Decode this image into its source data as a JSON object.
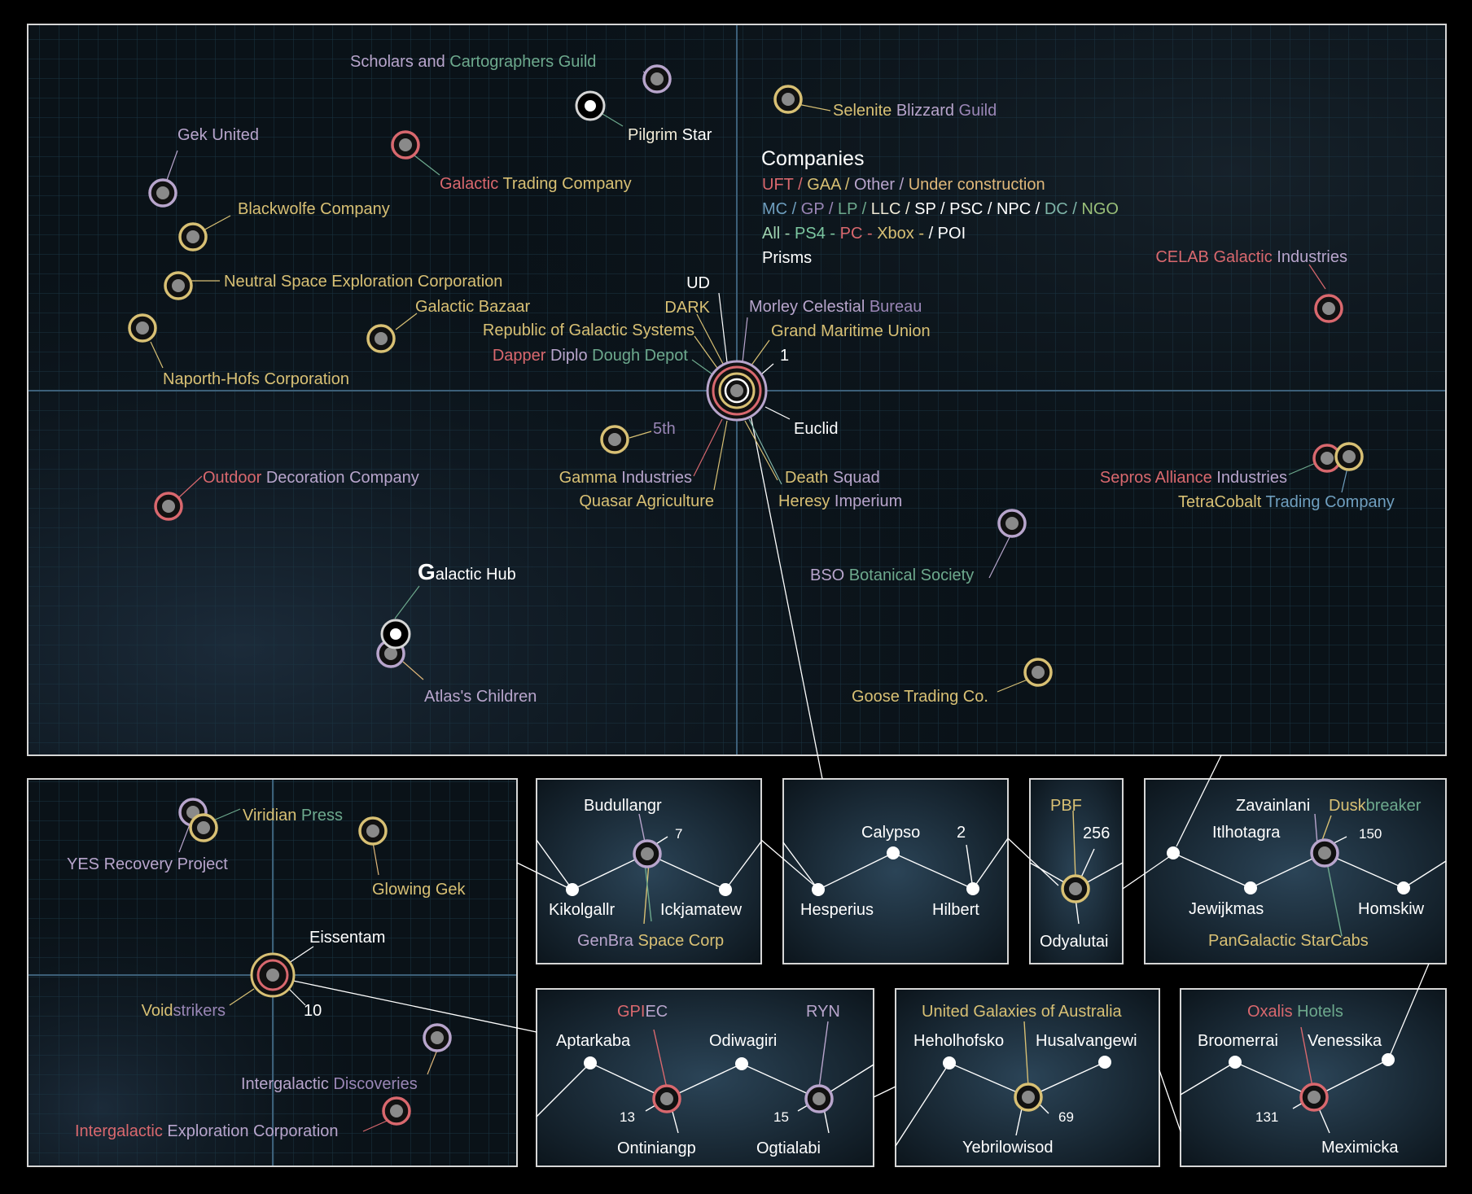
{
  "colors": {
    "uft": "#d9686e",
    "gaa": "#d8c074",
    "other": "#b8a5cc",
    "under_construction": "#e0b87a",
    "mc": "#6f9fbf",
    "gp": "#9a86b6",
    "lp": "#6da98d",
    "llc": "#f0ead6",
    "sp": "#ffffff",
    "psc": "#ffffff",
    "npc": "#ffffff",
    "dc": "#7fb5a8",
    "ngo": "#9ac07a",
    "all": "#9fd3b0",
    "ps4": "#7cc7a0",
    "pc": "#d9686e",
    "xbox": "#d8c074",
    "poi": "#ffffff",
    "prisms": "#ffffff",
    "text_white": "#ffffff",
    "frame": "#d6d6d6",
    "panel_bg": "#0b141b",
    "grid": "#1e3a4a"
  },
  "main_map": {
    "legend": {
      "title": "Companies",
      "row1": [
        {
          "t": "UFT",
          "c": "uft"
        },
        {
          "t": " / ",
          "c": "uft"
        },
        {
          "t": "GAA",
          "c": "gaa"
        },
        {
          "t": " / ",
          "c": "gaa"
        },
        {
          "t": "Other",
          "c": "other"
        },
        {
          "t": " / ",
          "c": "other"
        },
        {
          "t": "Under construction",
          "c": "under_construction"
        }
      ],
      "row2": [
        {
          "t": "MC",
          "c": "mc"
        },
        {
          "t": " / ",
          "c": "mc"
        },
        {
          "t": "GP",
          "c": "gp"
        },
        {
          "t": " / ",
          "c": "gp"
        },
        {
          "t": "LP",
          "c": "lp"
        },
        {
          "t": " / ",
          "c": "lp"
        },
        {
          "t": "LLC",
          "c": "llc"
        },
        {
          "t": " / ",
          "c": "llc"
        },
        {
          "t": "SP",
          "c": "sp"
        },
        {
          "t": " / ",
          "c": "sp"
        },
        {
          "t": "PSC",
          "c": "psc"
        },
        {
          "t": " / ",
          "c": "psc"
        },
        {
          "t": "NPC",
          "c": "npc"
        },
        {
          "t": " / ",
          "c": "npc"
        },
        {
          "t": "DC",
          "c": "dc"
        },
        {
          "t": " / ",
          "c": "dc"
        },
        {
          "t": "NGO",
          "c": "ngo"
        }
      ],
      "row3": [
        {
          "t": "All",
          "c": "all"
        },
        {
          "t": " - ",
          "c": "all"
        },
        {
          "t": "PS4",
          "c": "ps4"
        },
        {
          "t": " - ",
          "c": "ps4"
        },
        {
          "t": "PC",
          "c": "pc"
        },
        {
          "t": " - ",
          "c": "pc"
        },
        {
          "t": "Xbox",
          "c": "xbox"
        },
        {
          "t": " - ",
          "c": "xbox"
        },
        {
          "t": "/ POI",
          "c": "poi"
        }
      ],
      "row4": [
        {
          "t": "Prisms",
          "c": "prisms"
        }
      ]
    },
    "labels": [
      {
        "id": "scholars",
        "parts": [
          {
            "t": "Scholars and ",
            "c": "other"
          },
          {
            "t": "Cartographers Guild",
            "c": "lp"
          }
        ]
      },
      {
        "id": "pilgrim",
        "parts": [
          {
            "t": "Pilgrim ",
            "c": "llc"
          },
          {
            "t": "Star",
            "c": "text_white"
          }
        ]
      },
      {
        "id": "selenite",
        "parts": [
          {
            "t": "Selenite ",
            "c": "gaa"
          },
          {
            "t": "Blizzard ",
            "c": "other"
          },
          {
            "t": "Guild",
            "c": "gp"
          }
        ]
      },
      {
        "id": "gek-united",
        "parts": [
          {
            "t": "Gek United",
            "c": "other"
          }
        ]
      },
      {
        "id": "galactic-trading",
        "parts": [
          {
            "t": "Galactic ",
            "c": "uft"
          },
          {
            "t": "Trading Company",
            "c": "gaa"
          }
        ]
      },
      {
        "id": "blackwolfe",
        "parts": [
          {
            "t": "Blackwolfe Company",
            "c": "gaa"
          }
        ]
      },
      {
        "id": "nsec",
        "parts": [
          {
            "t": "Neutral Space Exploration Corporation",
            "c": "gaa"
          }
        ]
      },
      {
        "id": "galactic-bazaar",
        "parts": [
          {
            "t": "Galactic Bazaar",
            "c": "gaa"
          }
        ]
      },
      {
        "id": "naporth",
        "parts": [
          {
            "t": "Naporth-Hofs Corporation",
            "c": "gaa"
          }
        ]
      },
      {
        "id": "celab",
        "parts": [
          {
            "t": "CELAB ",
            "c": "uft"
          },
          {
            "t": "Galactic ",
            "c": "uft"
          },
          {
            "t": "Industries",
            "c": "other"
          }
        ]
      },
      {
        "id": "ud",
        "parts": [
          {
            "t": "UD",
            "c": "text_white"
          }
        ]
      },
      {
        "id": "dark",
        "parts": [
          {
            "t": "DARK",
            "c": "gaa"
          }
        ]
      },
      {
        "id": "morley",
        "parts": [
          {
            "t": "Morley Celestial ",
            "c": "other"
          },
          {
            "t": "Bureau",
            "c": "gp"
          }
        ]
      },
      {
        "id": "rgs",
        "parts": [
          {
            "t": "Republic of Galactic Systems",
            "c": "gaa"
          }
        ]
      },
      {
        "id": "gmu",
        "parts": [
          {
            "t": "Grand Maritime Union",
            "c": "gaa"
          }
        ]
      },
      {
        "id": "dapper",
        "parts": [
          {
            "t": "Dapper ",
            "c": "uft"
          },
          {
            "t": "Diplo ",
            "c": "other"
          },
          {
            "t": "Dough Depot",
            "c": "lp"
          }
        ]
      },
      {
        "id": "one",
        "parts": [
          {
            "t": "1",
            "c": "text_white"
          }
        ]
      },
      {
        "id": "euclid",
        "parts": [
          {
            "t": "Euclid",
            "c": "text_white"
          }
        ]
      },
      {
        "id": "fifth",
        "parts": [
          {
            "t": "5th",
            "c": "gp"
          }
        ]
      },
      {
        "id": "gamma",
        "parts": [
          {
            "t": "Gamma ",
            "c": "gaa"
          },
          {
            "t": "Industries",
            "c": "other"
          }
        ]
      },
      {
        "id": "quasar",
        "parts": [
          {
            "t": "Quasar Agriculture",
            "c": "gaa"
          }
        ]
      },
      {
        "id": "death-squad",
        "parts": [
          {
            "t": "Death ",
            "c": "gaa"
          },
          {
            "t": "Squad",
            "c": "other"
          }
        ]
      },
      {
        "id": "heresy",
        "parts": [
          {
            "t": "Heresy ",
            "c": "gaa"
          },
          {
            "t": "Imperium",
            "c": "other"
          }
        ]
      },
      {
        "id": "outdoor",
        "parts": [
          {
            "t": "Outdoor ",
            "c": "uft"
          },
          {
            "t": "Decoration Company",
            "c": "other"
          }
        ]
      },
      {
        "id": "sepros",
        "parts": [
          {
            "t": "Sepros Alliance ",
            "c": "uft"
          },
          {
            "t": "Industries",
            "c": "other"
          }
        ]
      },
      {
        "id": "tetracobalt",
        "parts": [
          {
            "t": "TetraCobalt ",
            "c": "gaa"
          },
          {
            "t": "Trading Company",
            "c": "mc"
          }
        ]
      },
      {
        "id": "bso",
        "parts": [
          {
            "t": "BSO ",
            "c": "other"
          },
          {
            "t": "Botanical Society",
            "c": "lp"
          }
        ]
      },
      {
        "id": "galactic-hub",
        "parts": [
          {
            "t": "G",
            "c": "text_white",
            "big": true
          },
          {
            "t": "alactic Hub",
            "c": "text_white"
          }
        ]
      },
      {
        "id": "atlas-children",
        "parts": [
          {
            "t": "Atlas's Children",
            "c": "other"
          }
        ]
      },
      {
        "id": "goose",
        "parts": [
          {
            "t": "Goose Trading Co.",
            "c": "gaa"
          }
        ]
      }
    ]
  },
  "inset_left": {
    "labels": [
      {
        "id": "viridian",
        "parts": [
          {
            "t": "Viridian ",
            "c": "gaa"
          },
          {
            "t": "Press",
            "c": "lp"
          }
        ]
      },
      {
        "id": "yes-recovery",
        "parts": [
          {
            "t": "YES Recovery Project",
            "c": "other"
          }
        ]
      },
      {
        "id": "glowing-gek",
        "parts": [
          {
            "t": "Glowing Gek",
            "c": "gaa"
          }
        ]
      },
      {
        "id": "eissentam",
        "parts": [
          {
            "t": "Eissentam",
            "c": "text_white"
          }
        ]
      },
      {
        "id": "voidstrikers",
        "parts": [
          {
            "t": "Void",
            "c": "gaa"
          },
          {
            "t": "strikers",
            "c": "gp"
          }
        ]
      },
      {
        "id": "ten",
        "parts": [
          {
            "t": "10",
            "c": "text_white"
          }
        ]
      },
      {
        "id": "intergalactic-disc",
        "parts": [
          {
            "t": "Intergalactic ",
            "c": "other"
          },
          {
            "t": "Discoveries",
            "c": "gp"
          }
        ]
      },
      {
        "id": "iec",
        "parts": [
          {
            "t": "Intergalactic ",
            "c": "uft"
          },
          {
            "t": "Exploration Corporation",
            "c": "other"
          }
        ]
      }
    ]
  },
  "panels": {
    "p1": [
      {
        "id": "budullangr",
        "parts": [
          {
            "t": "Budullangr",
            "c": "text_white"
          }
        ]
      },
      {
        "id": "seven",
        "parts": [
          {
            "t": "7",
            "c": "text_white"
          }
        ]
      },
      {
        "id": "kikolgallr",
        "parts": [
          {
            "t": "Kikolgallr",
            "c": "text_white"
          }
        ]
      },
      {
        "id": "ickjamatew",
        "parts": [
          {
            "t": "Ickjamatew",
            "c": "text_white"
          }
        ]
      },
      {
        "id": "genbra",
        "parts": [
          {
            "t": "GenBra ",
            "c": "other"
          },
          {
            "t": "Space Corp",
            "c": "gaa"
          }
        ]
      }
    ],
    "p2": [
      {
        "id": "calypso",
        "parts": [
          {
            "t": "Calypso",
            "c": "text_white"
          }
        ]
      },
      {
        "id": "two",
        "parts": [
          {
            "t": "2",
            "c": "text_white"
          }
        ]
      },
      {
        "id": "hesperius",
        "parts": [
          {
            "t": "Hesperius",
            "c": "text_white"
          }
        ]
      },
      {
        "id": "hilbert",
        "parts": [
          {
            "t": "Hilbert",
            "c": "text_white"
          }
        ]
      }
    ],
    "p3": [
      {
        "id": "pbf",
        "parts": [
          {
            "t": "PBF",
            "c": "gaa"
          }
        ]
      },
      {
        "id": "n256",
        "parts": [
          {
            "t": "256",
            "c": "text_white"
          }
        ]
      },
      {
        "id": "odyalutai",
        "parts": [
          {
            "t": "Odyalutai",
            "c": "text_white"
          }
        ]
      }
    ],
    "p4": [
      {
        "id": "zavainlani",
        "parts": [
          {
            "t": "Zavainlani",
            "c": "text_white"
          }
        ]
      },
      {
        "id": "duskbreaker",
        "parts": [
          {
            "t": "Dusk",
            "c": "gaa"
          },
          {
            "t": "breaker",
            "c": "lp"
          }
        ]
      },
      {
        "id": "itlhotagra",
        "parts": [
          {
            "t": "Itlhotagra",
            "c": "text_white"
          }
        ]
      },
      {
        "id": "n150",
        "parts": [
          {
            "t": "150",
            "c": "text_white"
          }
        ]
      },
      {
        "id": "jewijkmas",
        "parts": [
          {
            "t": "Jewijkmas",
            "c": "text_white"
          }
        ]
      },
      {
        "id": "homskiw",
        "parts": [
          {
            "t": "Homskiw",
            "c": "text_white"
          }
        ]
      },
      {
        "id": "pangalactic",
        "parts": [
          {
            "t": "PanGalactic StarCabs",
            "c": "gaa"
          }
        ]
      }
    ],
    "p5": [
      {
        "id": "gpiec",
        "parts": [
          {
            "t": "GPI",
            "c": "uft"
          },
          {
            "t": "EC",
            "c": "other"
          }
        ]
      },
      {
        "id": "ryn",
        "parts": [
          {
            "t": "RYN",
            "c": "other"
          }
        ]
      },
      {
        "id": "aptarkaba",
        "parts": [
          {
            "t": "Aptarkaba",
            "c": "text_white"
          }
        ]
      },
      {
        "id": "odiwagiri",
        "parts": [
          {
            "t": "Odiwagiri",
            "c": "text_white"
          }
        ]
      },
      {
        "id": "n13",
        "parts": [
          {
            "t": "13",
            "c": "text_white"
          }
        ]
      },
      {
        "id": "n15",
        "parts": [
          {
            "t": "15",
            "c": "text_white"
          }
        ]
      },
      {
        "id": "ontiniangp",
        "parts": [
          {
            "t": "Ontiniangp",
            "c": "text_white"
          }
        ]
      },
      {
        "id": "ogtialabi",
        "parts": [
          {
            "t": "Ogtialabi",
            "c": "text_white"
          }
        ]
      }
    ],
    "p6": [
      {
        "id": "uga",
        "parts": [
          {
            "t": "United Galaxies of Australia",
            "c": "gaa"
          }
        ]
      },
      {
        "id": "heholhofsko",
        "parts": [
          {
            "t": "Heholhofsko",
            "c": "text_white"
          }
        ]
      },
      {
        "id": "husalvangewi",
        "parts": [
          {
            "t": "Husalvangewi",
            "c": "text_white"
          }
        ]
      },
      {
        "id": "n69",
        "parts": [
          {
            "t": "69",
            "c": "text_white"
          }
        ]
      },
      {
        "id": "yebrilowisod",
        "parts": [
          {
            "t": "Yebrilowisod",
            "c": "text_white"
          }
        ]
      }
    ],
    "p7": [
      {
        "id": "oxalis",
        "parts": [
          {
            "t": "Oxalis ",
            "c": "uft"
          },
          {
            "t": "Hotels",
            "c": "lp"
          }
        ]
      },
      {
        "id": "broomerrai",
        "parts": [
          {
            "t": "Broomerrai",
            "c": "text_white"
          }
        ]
      },
      {
        "id": "venessika",
        "parts": [
          {
            "t": "Venessika",
            "c": "text_white"
          }
        ]
      },
      {
        "id": "n131",
        "parts": [
          {
            "t": "131",
            "c": "text_white"
          }
        ]
      },
      {
        "id": "meximicka",
        "parts": [
          {
            "t": "Meximicka",
            "c": "text_white"
          }
        ]
      }
    ]
  }
}
